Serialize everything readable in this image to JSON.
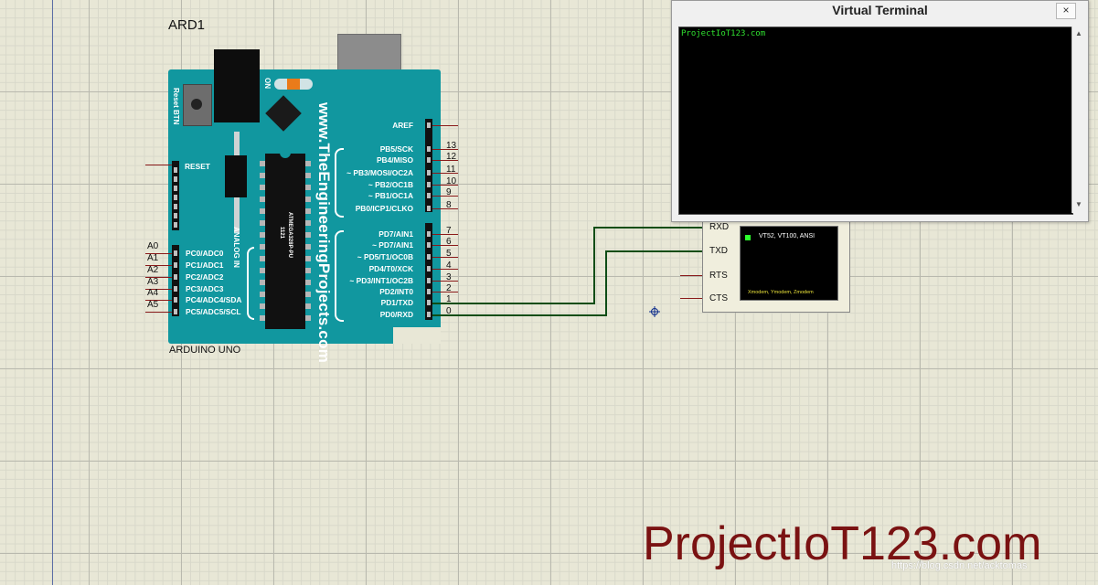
{
  "schematic": {
    "ref_designator": "ARD1",
    "board_label": "ARDUINO UNO",
    "board_web": "www.TheEngineeringProjects.com",
    "reset_btn": "Reset BTN",
    "on_label": "ON",
    "analog_in": "ANALOG IN",
    "chip_text": "ATMEGA328P-PU",
    "chip_top": "1121",
    "reset_label": "RESET",
    "right_pins": [
      {
        "label": "AREF",
        "num": ""
      },
      {
        "label": "PB5/SCK",
        "num": "13"
      },
      {
        "label": "PB4/MISO",
        "num": "12"
      },
      {
        "label": "~ PB3/MOSI/OC2A",
        "num": "11"
      },
      {
        "label": "~ PB2/OC1B",
        "num": "10"
      },
      {
        "label": "~ PB1/OC1A",
        "num": "9"
      },
      {
        "label": "PB0/ICP1/CLKO",
        "num": "8"
      },
      {
        "label": "PD7/AIN1",
        "num": "7"
      },
      {
        "label": "~ PD7/AIN1",
        "num": "6"
      },
      {
        "label": "~ PD5/T1/OC0B",
        "num": "5"
      },
      {
        "label": "PD4/T0/XCK",
        "num": "4"
      },
      {
        "label": "~ PD3/INT1/OC2B",
        "num": "3"
      },
      {
        "label": "PD2/INT0",
        "num": "2"
      },
      {
        "label": "PD1/TXD",
        "num": "1"
      },
      {
        "label": "PD0/RXD",
        "num": "0"
      }
    ],
    "left_pins": [
      {
        "label": "PC0/ADC0",
        "net": "A0"
      },
      {
        "label": "PC1/ADC1",
        "net": "A1"
      },
      {
        "label": "PC2/ADC2",
        "net": "A2"
      },
      {
        "label": "PC3/ADC3",
        "net": "A3"
      },
      {
        "label": "PC4/ADC4/SDA",
        "net": "A4"
      },
      {
        "label": "PC5/ADC5/SCL",
        "net": "A5"
      }
    ],
    "vt_component": {
      "pins": [
        "RXD",
        "TXD",
        "RTS",
        "CTS"
      ],
      "screen_title": "VT52, VT100, ANSI",
      "screen_bottom": "Xmodem, Ymodem, Zmodem"
    }
  },
  "window": {
    "title": "Virtual Terminal",
    "close": "×",
    "terminal_output": "ProjectIoT123.com"
  },
  "watermark": "ProjectIoT123.com",
  "csdn": "https://blog.csdn.net/acktomas"
}
